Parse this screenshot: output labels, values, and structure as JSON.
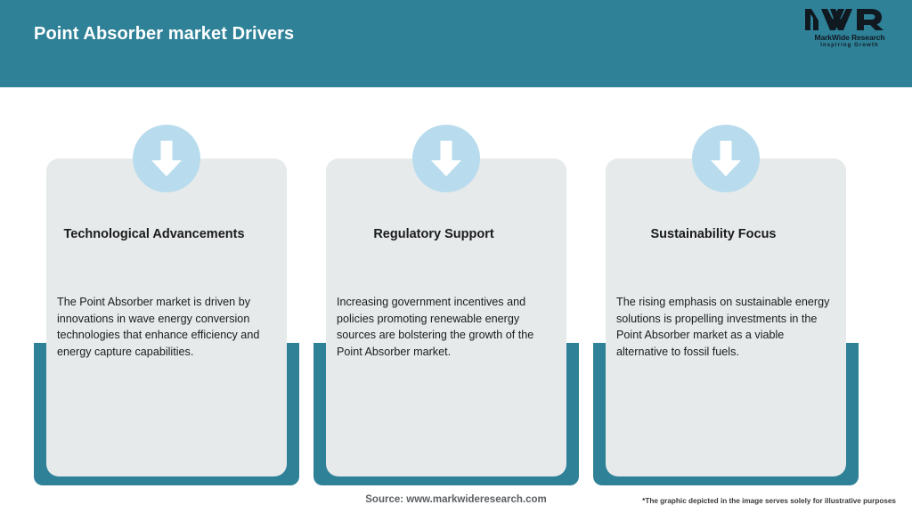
{
  "header": {
    "title": "Point Absorber market Drivers",
    "background_color": "#2f8198",
    "title_color": "#ffffff"
  },
  "logo": {
    "mark": "MWR",
    "name": "MarkWide Research",
    "tagline": "Inspiring Growth"
  },
  "theme": {
    "accent_teal": "#2f8198",
    "card_background": "#e6eaeb",
    "icon_circle": "#b8dced",
    "arrow_color": "#ffffff",
    "page_background": "#ffffff"
  },
  "cards": [
    {
      "icon": "arrow-down-icon",
      "title": "Technological Advancements",
      "description": "The Point Absorber market is driven by innovations in wave energy conversion technologies that enhance efficiency and energy capture capabilities."
    },
    {
      "icon": "arrow-down-icon",
      "title": "Regulatory Support",
      "description": "Increasing government incentives and policies promoting renewable energy sources are bolstering the growth of the Point Absorber market."
    },
    {
      "icon": "arrow-down-icon",
      "title": "Sustainability Focus",
      "description": "The rising emphasis on sustainable energy solutions is propelling investments in the Point Absorber market as a viable alternative to fossil fuels."
    }
  ],
  "footer": {
    "source": "Source: www.markwideresearch.com",
    "disclaimer": "*The graphic depicted in the image serves solely for illustrative purposes"
  }
}
